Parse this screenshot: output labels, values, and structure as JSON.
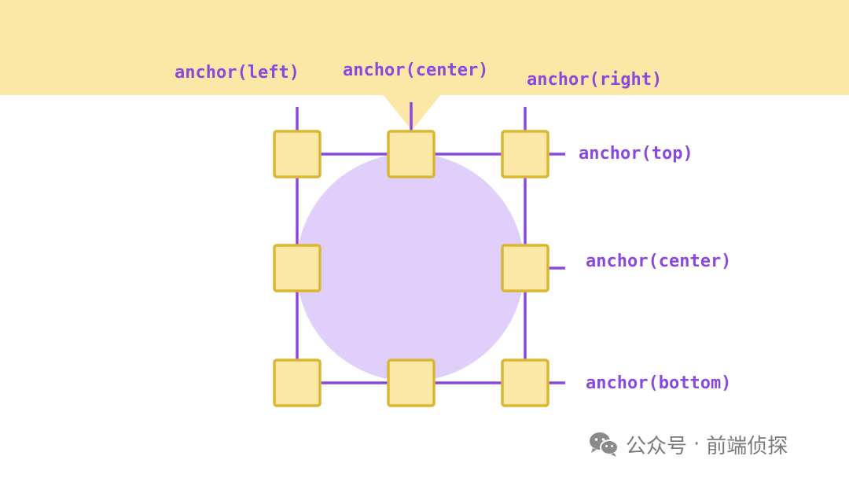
{
  "labels": {
    "left": "anchor(left)",
    "center_x": "anchor(center)",
    "right": "anchor(right)",
    "top": "anchor(top)",
    "center_y": "anchor(center)",
    "bottom": "anchor(bottom)"
  },
  "watermark": {
    "platform": "公众号",
    "separator": "·",
    "account": "前端侦探"
  },
  "icons": {
    "watermark_icon": "wechat-icon"
  },
  "colors": {
    "accent_purple": "#8b48dd",
    "handle_fill": "#fbe8a7",
    "handle_stroke": "#d9b731",
    "circle_fill": "#e0cffb",
    "banner": "#fbe8a7"
  }
}
